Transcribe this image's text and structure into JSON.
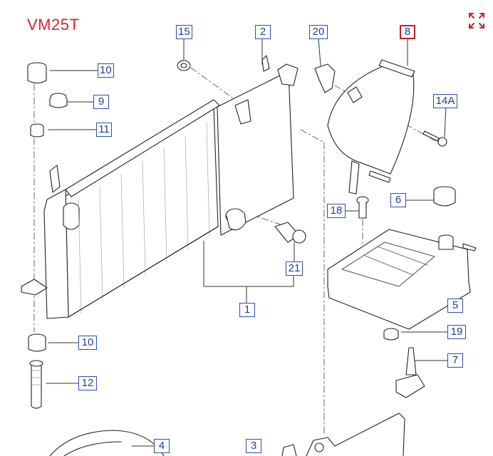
{
  "diagram": {
    "title": "VM25T",
    "accent_color": "#d8262c",
    "callout_color": "#1f3f99",
    "selected_callout": "8",
    "expand_icon": "expand-arrows-icon",
    "callouts": {
      "c15": "15",
      "c2": "2",
      "c20": "20",
      "c8": "8",
      "c10a": "10",
      "c9": "9",
      "c11": "11",
      "c14a": "14A",
      "c6": "6",
      "c18": "18",
      "c21": "21",
      "c1": "1",
      "c5": "5",
      "c19": "19",
      "c10b": "10",
      "c7": "7",
      "c12": "12",
      "c4": "4",
      "c3": "3"
    }
  }
}
